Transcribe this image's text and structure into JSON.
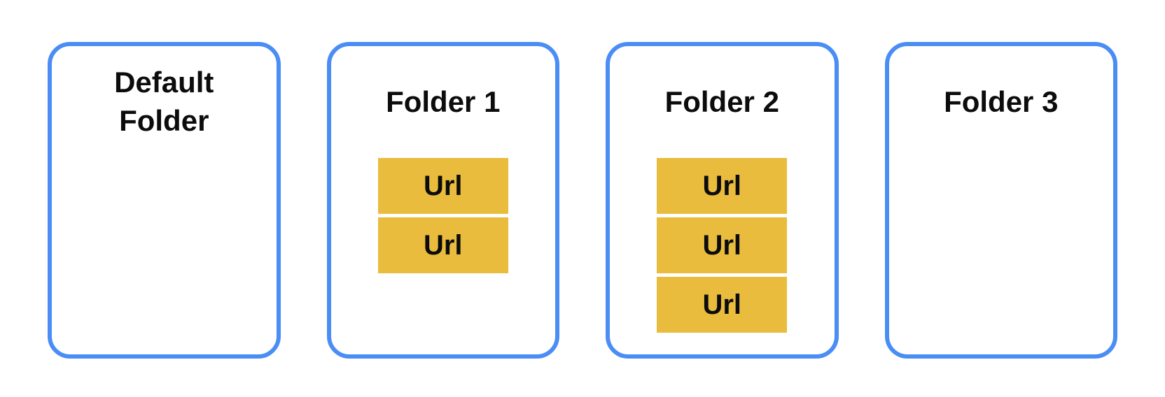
{
  "diagram": {
    "colors": {
      "background": "#ffffff",
      "folder_border": "#4a8df5",
      "url_item_background": "#eabc3e",
      "text": "#0c0c0c"
    },
    "folders": [
      {
        "id": "default-folder",
        "title": "Default Folder",
        "urls": []
      },
      {
        "id": "folder-1",
        "title": "Folder 1",
        "urls": [
          "Url",
          "Url"
        ]
      },
      {
        "id": "folder-2",
        "title": "Folder 2",
        "urls": [
          "Url",
          "Url",
          "Url"
        ]
      },
      {
        "id": "folder-3",
        "title": "Folder 3",
        "urls": []
      }
    ]
  }
}
